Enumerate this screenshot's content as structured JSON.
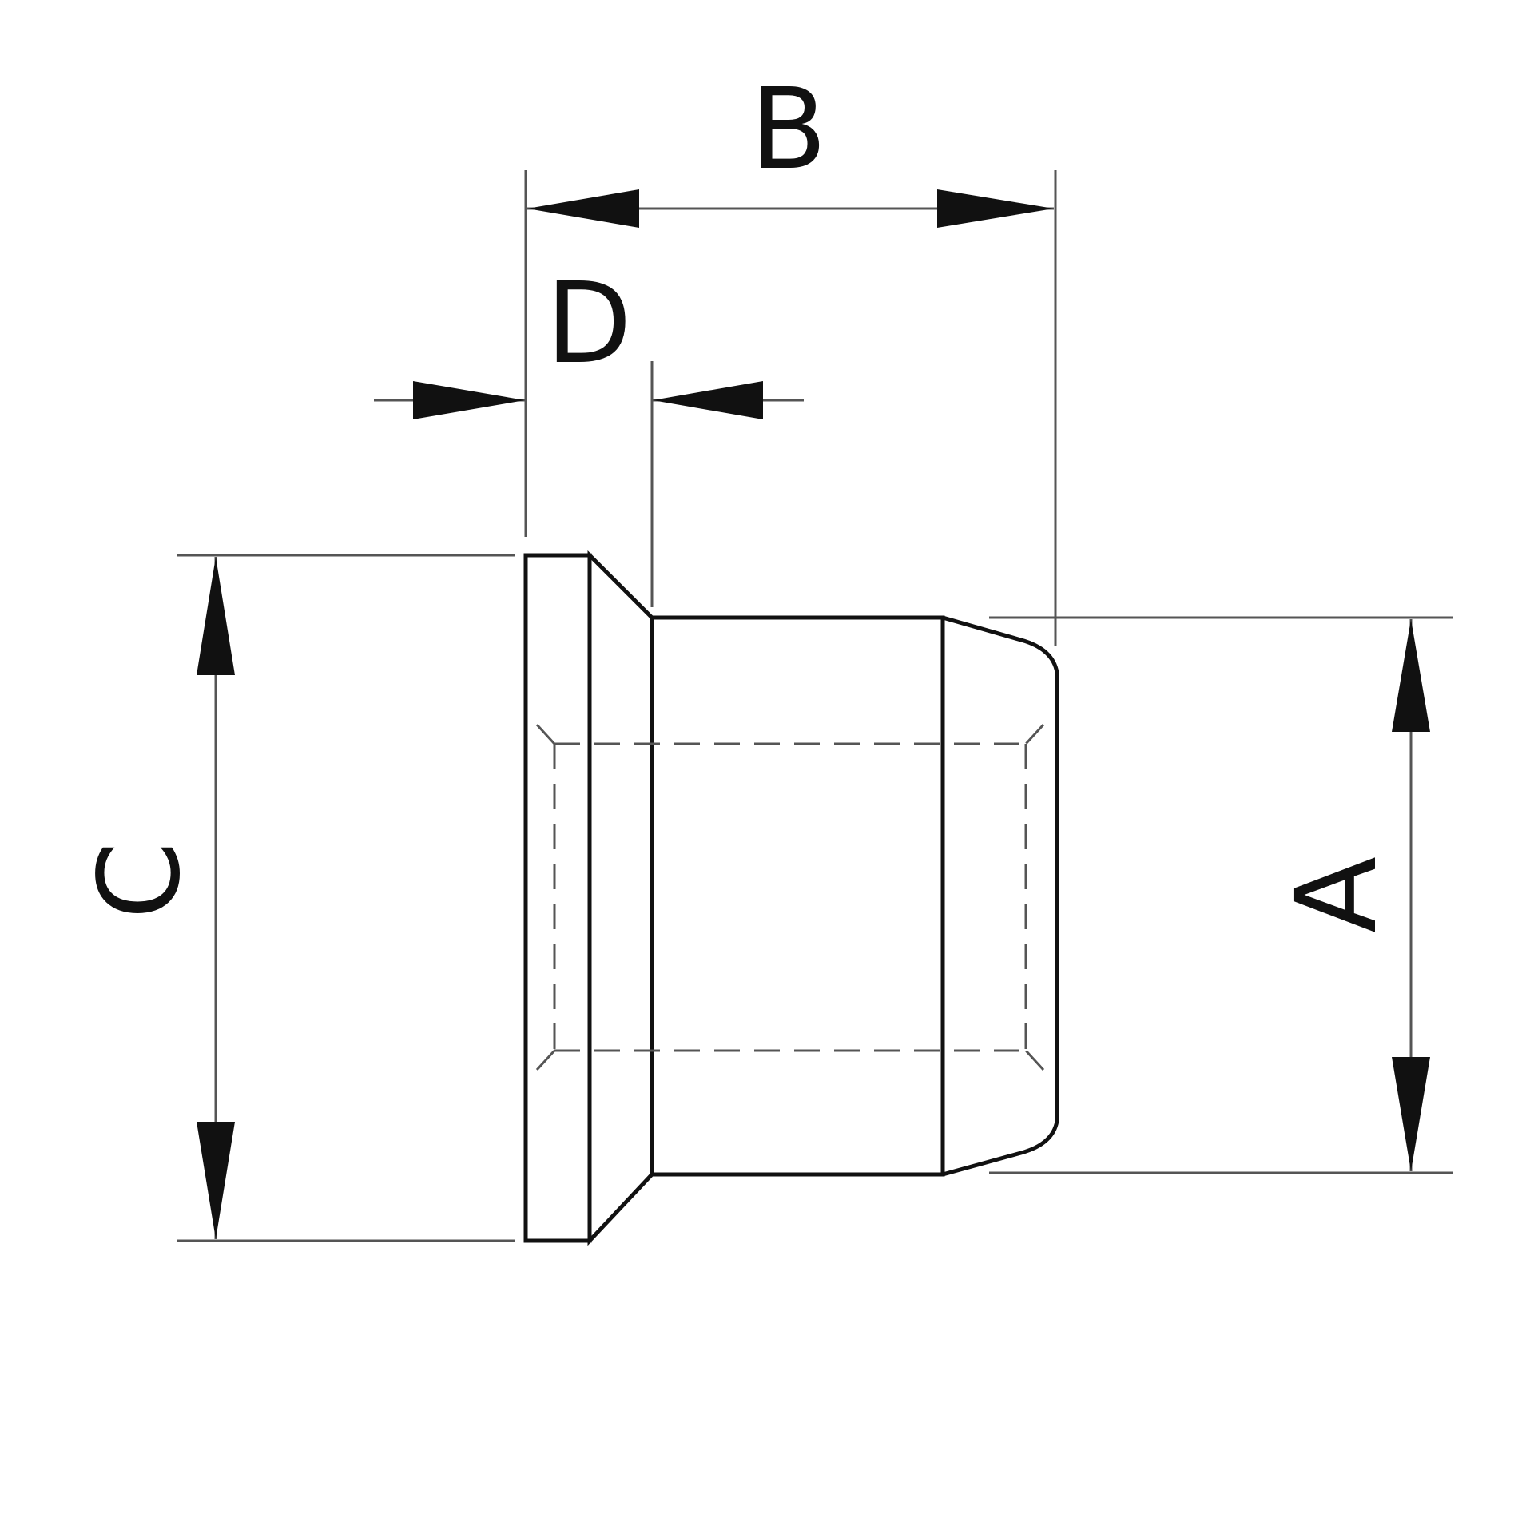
{
  "labels": {
    "a": "A",
    "b": "B",
    "c": "C",
    "d": "D"
  },
  "colors": {
    "outline": "#111111",
    "dimension": "#555555",
    "hidden": "#555555",
    "background": "#ffffff"
  }
}
